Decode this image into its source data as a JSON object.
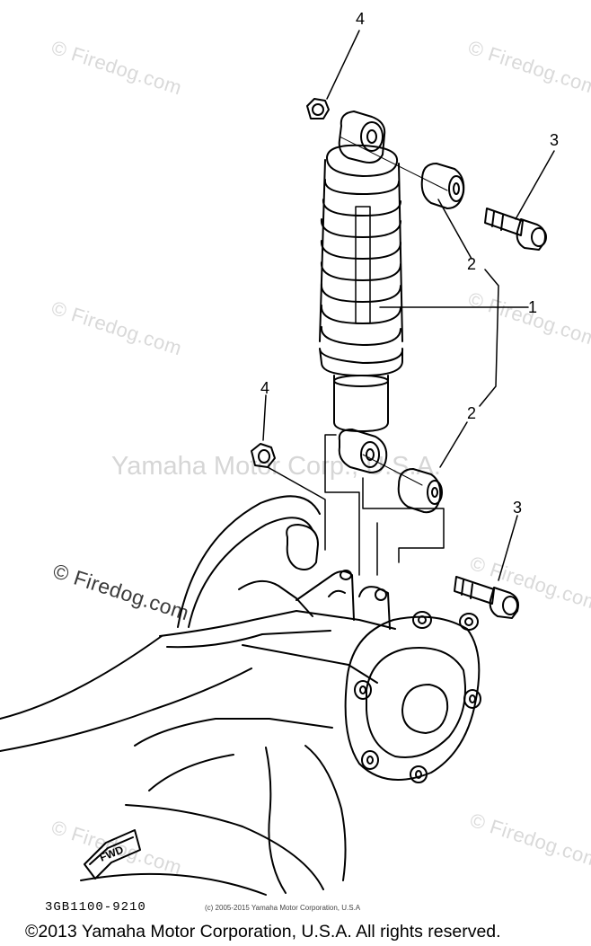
{
  "watermarks": {
    "firedog": "© Firedog.com",
    "center": "Yamaha Motor Corp., U.S.A."
  },
  "callouts": [
    {
      "id": "4",
      "label": "4"
    },
    {
      "id": "3",
      "label": "3"
    },
    {
      "id": "2",
      "label": "2"
    },
    {
      "id": "1",
      "label": "1"
    },
    {
      "id": "2b",
      "label": "2"
    },
    {
      "id": "4b",
      "label": "4"
    },
    {
      "id": "3b",
      "label": "3"
    }
  ],
  "direction_label": "FWD",
  "part_code": "3GB1100-9210",
  "small_copyright": "(c) 2005-2015 Yamaha Motor Corporation, U.S.A",
  "footer_copyright": "©2013 Yamaha Motor Corporation, U.S.A. All rights reserved.",
  "colors": {
    "line": "#000000",
    "watermark": "#d9d9d9",
    "background": "#ffffff"
  }
}
